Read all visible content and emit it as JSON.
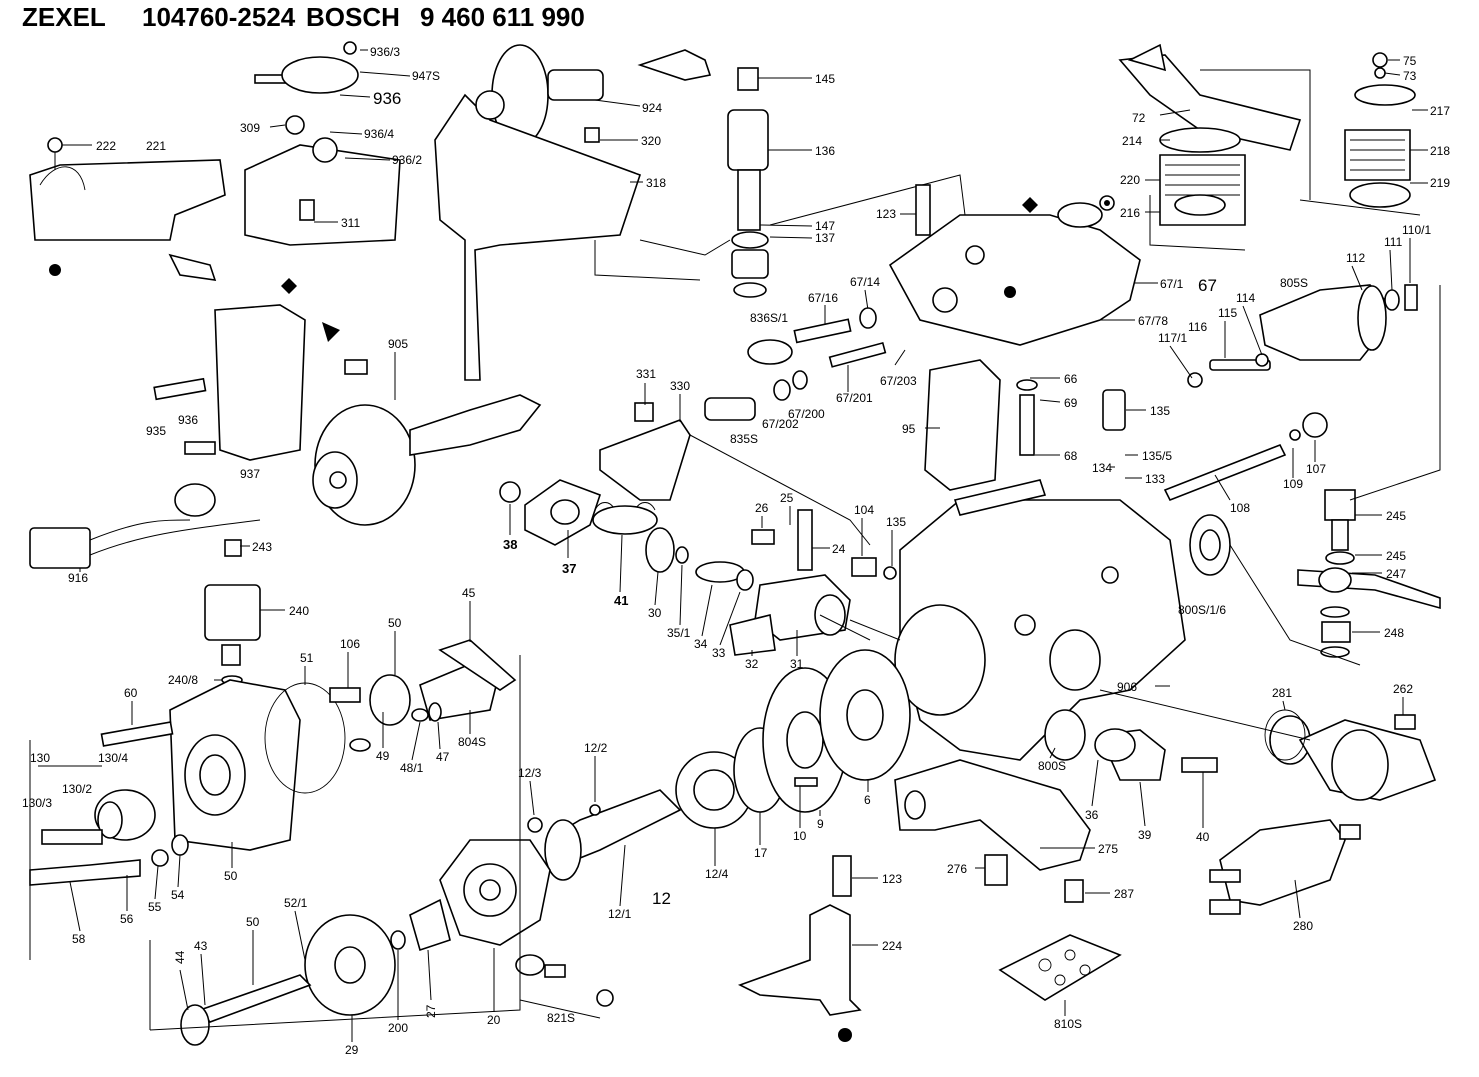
{
  "header": {
    "brand1": "ZEXEL",
    "part1": "104760-2524",
    "brand2": "BOSCH",
    "part2": "9 460 611 990"
  },
  "labels": {
    "p222": "222",
    "p221": "221",
    "p936_3": "936/3",
    "p947s": "947S",
    "p936": "936",
    "p309": "309",
    "p936_4": "936/4",
    "p936_2": "936/2",
    "p311": "311",
    "p924": "924",
    "p145": "145",
    "p320": "320",
    "p136": "136",
    "p318": "318",
    "p147": "147",
    "p137": "137",
    "p123a": "123",
    "p75": "75",
    "p73": "73",
    "p72": "72",
    "p217": "217",
    "p214": "214",
    "p218": "218",
    "p220": "220",
    "p219": "219",
    "p216": "216",
    "p67_1": "67/1",
    "p67": "67",
    "p112": "112",
    "p111": "111",
    "p110_1": "110/1",
    "p805s": "805S",
    "p114": "114",
    "p115": "115",
    "p116": "116",
    "p117_1": "117/1",
    "p67_78": "67/78",
    "p67_16": "67/16",
    "p67_14": "67/14",
    "p836s_1": "836S/1",
    "p905": "905",
    "p67_203": "67/203",
    "p67_201": "67/201",
    "p66": "66",
    "p69": "69",
    "p135a": "135",
    "p95": "95",
    "p331": "331",
    "p330": "330",
    "p835s": "835S",
    "p67_202": "67/202",
    "p67_200": "67/200",
    "p935": "935",
    "p936b": "936",
    "p937": "937",
    "p68": "68",
    "p135_5": "135/5",
    "p134": "134",
    "p133": "133",
    "p109": "109",
    "p107": "107",
    "p108": "108",
    "p38": "38",
    "p37": "37",
    "p41": "41",
    "p26": "26",
    "p25": "25",
    "p24": "24",
    "p104": "104",
    "p135b": "135",
    "p245a": "245",
    "p245b": "245",
    "p247": "247",
    "p916": "916",
    "p243": "243",
    "p240": "240",
    "p30": "30",
    "p35_1": "35/1",
    "p34": "34",
    "p33": "33",
    "p32": "32",
    "p31": "31",
    "p800s_1_6": "800S/1/6",
    "p248": "248",
    "p240_8": "240/8",
    "p51": "51",
    "p106": "106",
    "p50a": "50",
    "p45": "45",
    "p60": "60",
    "p906": "906",
    "p281": "281",
    "p262": "262",
    "p130": "130",
    "p130_4": "130/4",
    "p130_2": "130/2",
    "p130_3": "130/3",
    "p49": "49",
    "p48_1": "48/1",
    "p47": "47",
    "p804s": "804S",
    "p12_2": "12/2",
    "p12_3": "12/3",
    "p17": "17",
    "p10": "10",
    "p9": "9",
    "p6": "6",
    "p800s": "800S",
    "p36": "36",
    "p39": "39",
    "p40": "40",
    "p275": "275",
    "p50b": "50",
    "p58": "58",
    "p56": "56",
    "p55": "55",
    "p54": "54",
    "p12_1": "12/1",
    "p12": "12",
    "p12_4": "12/4",
    "p276": "276",
    "p287": "287",
    "p280": "280",
    "p123b": "123",
    "p224": "224",
    "p50c": "50",
    "p52_1": "52/1",
    "p44": "44",
    "p43": "43",
    "p29": "29",
    "p200": "200",
    "p27": "27",
    "p20": "20",
    "p821s": "821S",
    "p810s": "810S"
  }
}
